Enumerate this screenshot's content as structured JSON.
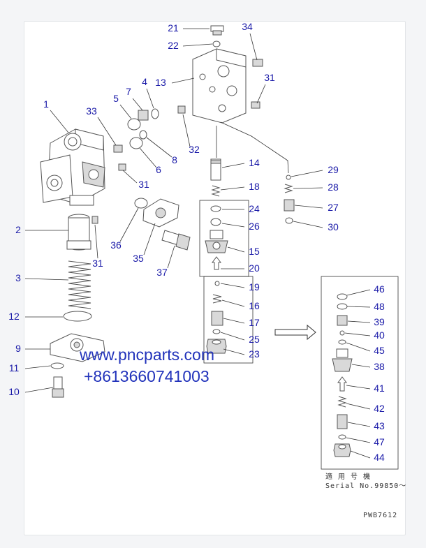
{
  "diagram": {
    "callouts": [
      {
        "id": "1",
        "label": "1"
      },
      {
        "id": "2",
        "label": "2"
      },
      {
        "id": "3",
        "label": "3"
      },
      {
        "id": "4",
        "label": "4"
      },
      {
        "id": "5",
        "label": "5"
      },
      {
        "id": "6",
        "label": "6"
      },
      {
        "id": "7",
        "label": "7"
      },
      {
        "id": "8",
        "label": "8"
      },
      {
        "id": "9",
        "label": "9"
      },
      {
        "id": "10",
        "label": "10"
      },
      {
        "id": "11",
        "label": "11"
      },
      {
        "id": "12",
        "label": "12"
      },
      {
        "id": "13",
        "label": "13"
      },
      {
        "id": "14",
        "label": "14"
      },
      {
        "id": "15",
        "label": "15"
      },
      {
        "id": "16",
        "label": "16"
      },
      {
        "id": "17",
        "label": "17"
      },
      {
        "id": "18",
        "label": "18"
      },
      {
        "id": "19",
        "label": "19"
      },
      {
        "id": "20",
        "label": "20"
      },
      {
        "id": "21",
        "label": "21"
      },
      {
        "id": "22",
        "label": "22"
      },
      {
        "id": "23",
        "label": "23"
      },
      {
        "id": "24",
        "label": "24"
      },
      {
        "id": "25",
        "label": "25"
      },
      {
        "id": "26",
        "label": "26"
      },
      {
        "id": "27",
        "label": "27"
      },
      {
        "id": "28",
        "label": "28"
      },
      {
        "id": "29",
        "label": "29"
      },
      {
        "id": "30",
        "label": "30"
      },
      {
        "id": "31a",
        "label": "31"
      },
      {
        "id": "31b",
        "label": "31"
      },
      {
        "id": "31c",
        "label": "31"
      },
      {
        "id": "32",
        "label": "32"
      },
      {
        "id": "33",
        "label": "33"
      },
      {
        "id": "34",
        "label": "34"
      },
      {
        "id": "35",
        "label": "35"
      },
      {
        "id": "36",
        "label": "36"
      },
      {
        "id": "37",
        "label": "37"
      },
      {
        "id": "38",
        "label": "38"
      },
      {
        "id": "39",
        "label": "39"
      },
      {
        "id": "40",
        "label": "40"
      },
      {
        "id": "41",
        "label": "41"
      },
      {
        "id": "42",
        "label": "42"
      },
      {
        "id": "43",
        "label": "43"
      },
      {
        "id": "44",
        "label": "44"
      },
      {
        "id": "45",
        "label": "45"
      },
      {
        "id": "46",
        "label": "46"
      },
      {
        "id": "47",
        "label": "47"
      },
      {
        "id": "48",
        "label": "48"
      }
    ],
    "applicable_note": "適 用 号 機",
    "serial_note": "Serial No.99850～",
    "drawing_code": "PWB7612"
  },
  "watermark": {
    "website": "www.pncparts.com",
    "phone": "+8613660741003"
  },
  "colors": {
    "callout": "#1a1aa8",
    "watermark": "#2233bb",
    "line": "#333333"
  }
}
